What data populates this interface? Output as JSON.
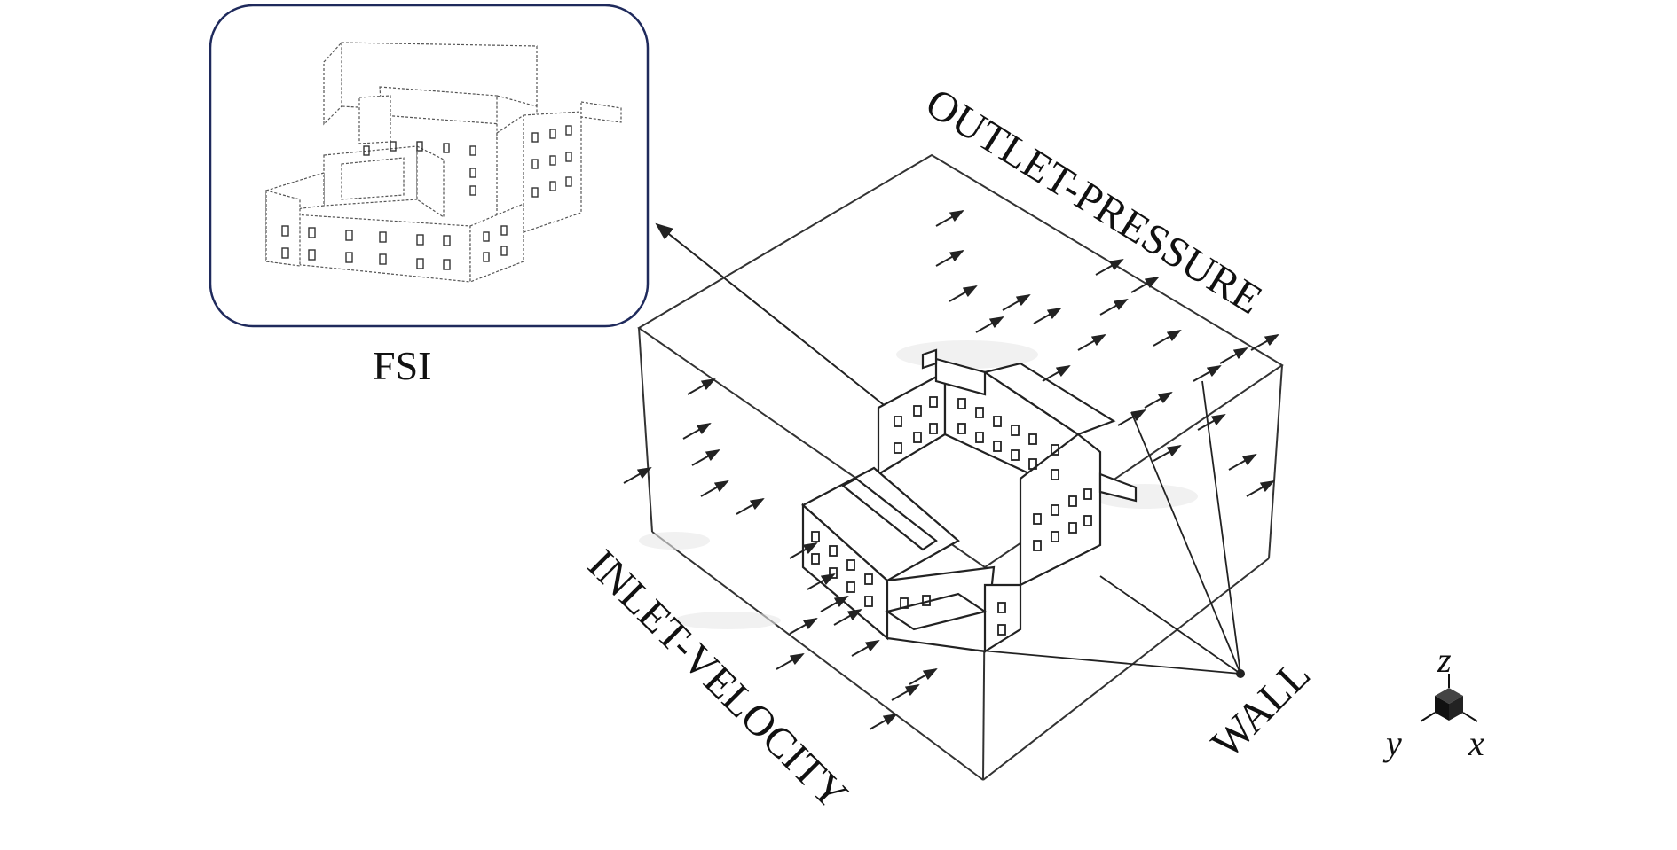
{
  "labels": {
    "inset_caption": "FSI",
    "outlet": "OUTLET-PRESSURE",
    "inlet": "INLET-VELOCITY",
    "wall": "WALL"
  },
  "axes": {
    "z": "z",
    "y": "y",
    "x": "x"
  },
  "icons": {
    "inset_building": "building-wireframe-icon",
    "axis_triad": "axis-cube-icon"
  },
  "colors": {
    "inset_border": "#1f2a5c",
    "lines": "#222222"
  }
}
